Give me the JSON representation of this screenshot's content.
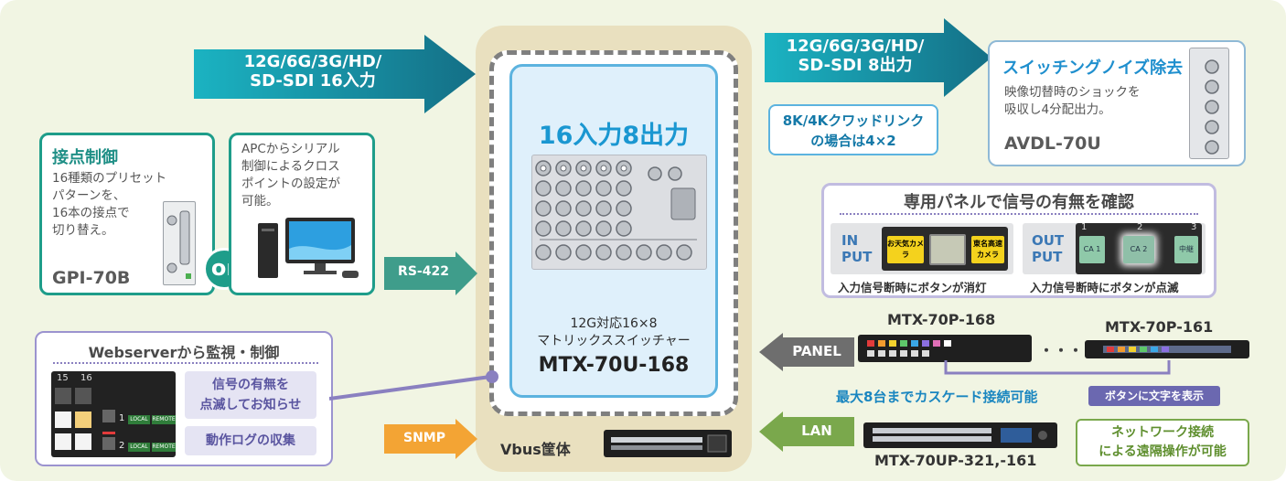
{
  "input_arrow": {
    "line1": "12G/6G/3G/HD/",
    "line2": "SD-SDI 16入力"
  },
  "output_arrow": {
    "line1": "12G/6G/3G/HD/",
    "line2": "SD-SDI 8出力"
  },
  "quad_link": {
    "line1": "8K/4Kクワッドリンク",
    "line2": "の場合は4×2"
  },
  "avdl": {
    "title": "スイッチングノイズ除去",
    "line1": "映像切替時のショックを",
    "line2": "吸収し4分配出力。",
    "model": "AVDL-70U"
  },
  "core": {
    "title": "16入力8出力",
    "sub1": "12G対応16×8",
    "sub2": "マトリックススイッチャー",
    "model": "MTX-70U-168",
    "vbus": "Vbus筐体"
  },
  "gpi": {
    "title": "接点制御",
    "line1": "16種類のプリセット",
    "line2": "パターンを、",
    "line3": "16本の接点で",
    "line4": "切り替え。",
    "model": "GPI-70B"
  },
  "or_label": "or",
  "apc": {
    "line1": "APCからシリアル",
    "line2": "制御によるクロス",
    "line3": "ポイントの設定が",
    "line4": "可能。"
  },
  "rs422": "RS-422",
  "panel_box": {
    "title": "専用パネルで信号の有無を確認",
    "in_label1": "IN",
    "in_label2": "PUT",
    "out_label1": "OUT",
    "out_label2": "PUT",
    "in_caption": "入力信号断時にボタンが消灯",
    "out_caption": "入力信号断時にボタンが点滅",
    "btn_a": "お天気カメラ",
    "btn_b": "東名高速カメラ",
    "btn_ca1": "CA 1",
    "btn_ca2": "CA 2",
    "btn_mid": "中継",
    "n1": "1",
    "n2": "2",
    "n3": "3"
  },
  "panel_models": {
    "m168": "MTX-70P-168",
    "dots": "・・・・・",
    "m161": "MTX-70P-161"
  },
  "panel_arrow": "PANEL",
  "cascade": {
    "text": "最大8台までカスケード接続可能",
    "chip": "ボタンに文字を表示"
  },
  "web": {
    "title": "Webserverから監視・制御",
    "f1a": "信号の有無を",
    "f1b": "点滅してお知らせ",
    "f2": "動作ログの収集",
    "n15": "15",
    "n16": "16",
    "local": "LOCAL",
    "remote": "REMOTE",
    "r1": "1",
    "r2": "2"
  },
  "snmp": "SNMP",
  "lan": "LAN",
  "lan_model": "MTX-70UP-321,-161",
  "network": {
    "line1": "ネットワーク接続",
    "line2": "による遠隔操作が可能"
  },
  "colors": {
    "teal": "#1c8a9e",
    "green": "#1e9d8a",
    "purple": "#8a80c0",
    "orange": "#f3a434",
    "gray": "#6e6e6e"
  }
}
